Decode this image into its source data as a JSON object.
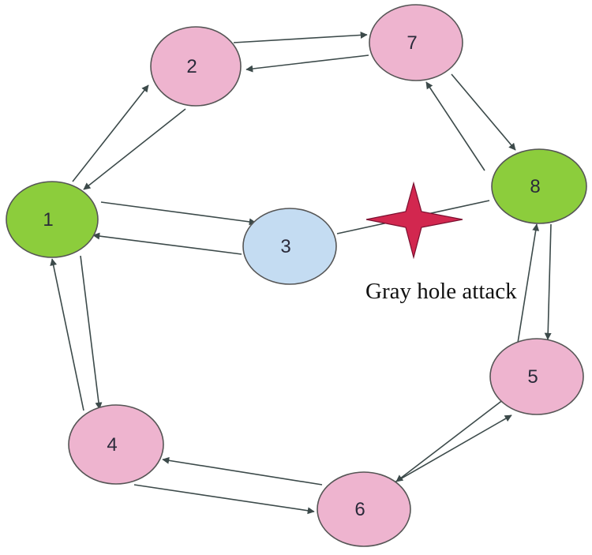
{
  "colors": {
    "pink_node": "#eeb4cf",
    "green_node": "#8ccd3c",
    "blue_node": "#c4dcf2",
    "node_stroke": "#555555",
    "attack_star": "#d2274f",
    "edge": "#3c4a4a"
  },
  "nodes": [
    {
      "id": "1",
      "label": "1",
      "role": "green"
    },
    {
      "id": "2",
      "label": "2",
      "role": "pink"
    },
    {
      "id": "3",
      "label": "3",
      "role": "blue"
    },
    {
      "id": "4",
      "label": "4",
      "role": "pink"
    },
    {
      "id": "5",
      "label": "5",
      "role": "pink"
    },
    {
      "id": "6",
      "label": "6",
      "role": "pink"
    },
    {
      "id": "7",
      "label": "7",
      "role": "pink"
    },
    {
      "id": "8",
      "label": "8",
      "role": "green"
    }
  ],
  "edges": [
    {
      "from": "1",
      "to": "2",
      "arrow": true
    },
    {
      "from": "2",
      "to": "1",
      "arrow": true
    },
    {
      "from": "2",
      "to": "7",
      "arrow": true
    },
    {
      "from": "7",
      "to": "2",
      "arrow": true
    },
    {
      "from": "7",
      "to": "8",
      "arrow": true
    },
    {
      "from": "8",
      "to": "7",
      "arrow": true
    },
    {
      "from": "1",
      "to": "3",
      "arrow": true
    },
    {
      "from": "3",
      "to": "1",
      "arrow": true
    },
    {
      "from": "3",
      "to": "8",
      "arrow": false
    },
    {
      "from": "1",
      "to": "4",
      "arrow": true
    },
    {
      "from": "4",
      "to": "1",
      "arrow": true
    },
    {
      "from": "4",
      "to": "6",
      "arrow": true
    },
    {
      "from": "6",
      "to": "4",
      "arrow": true
    },
    {
      "from": "6",
      "to": "5",
      "arrow": true
    },
    {
      "from": "5",
      "to": "6",
      "arrow": true
    },
    {
      "from": "8",
      "to": "5",
      "arrow": true
    },
    {
      "from": "5",
      "to": "8",
      "arrow": true
    }
  ],
  "attack": {
    "label": "Gray hole attack",
    "icon": "four-point-star-icon"
  }
}
